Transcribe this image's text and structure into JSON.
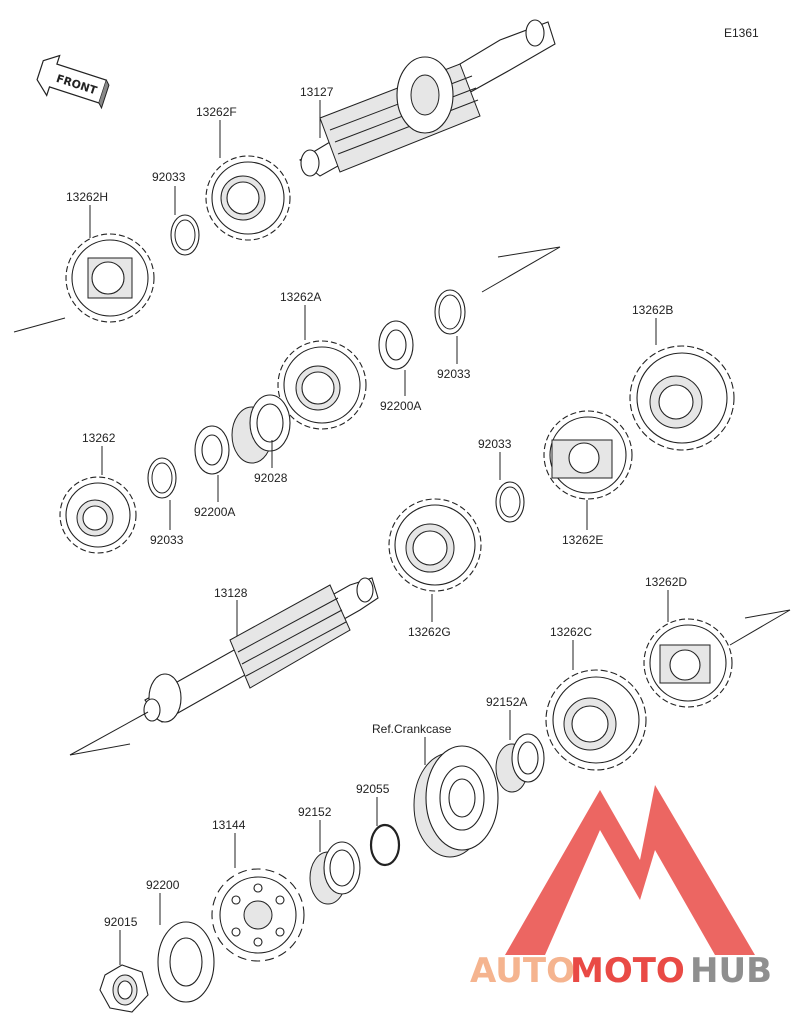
{
  "diagram_code": "E1361",
  "front_label": "FRONT",
  "labels": {
    "p13127": "13127",
    "p13262F": "13262F",
    "p92033_a": "92033",
    "p13262H": "13262H",
    "p13262A": "13262A",
    "p92200A_a": "92200A",
    "p92033_b": "92033",
    "p13262B": "13262B",
    "p13262": "13262",
    "p92033_c": "92033",
    "p92200A_b": "92200A",
    "p92028": "92028",
    "p92033_d": "92033",
    "p13262E": "13262E",
    "p13128": "13128",
    "p13262G": "13262G",
    "p13262C": "13262C",
    "p13262D": "13262D",
    "p92152A": "92152A",
    "refCrankcase": "Ref.Crankcase",
    "p92055": "92055",
    "p13144": "13144",
    "p92152": "92152",
    "p92200": "92200",
    "p92015": "92015"
  },
  "watermark": {
    "part1": "AUTO",
    "part2": "MOTO",
    "part3": "HUB",
    "color_light": "#f5b08a",
    "color_red": "#e8413c",
    "color_gray": "#8a8a8a"
  }
}
